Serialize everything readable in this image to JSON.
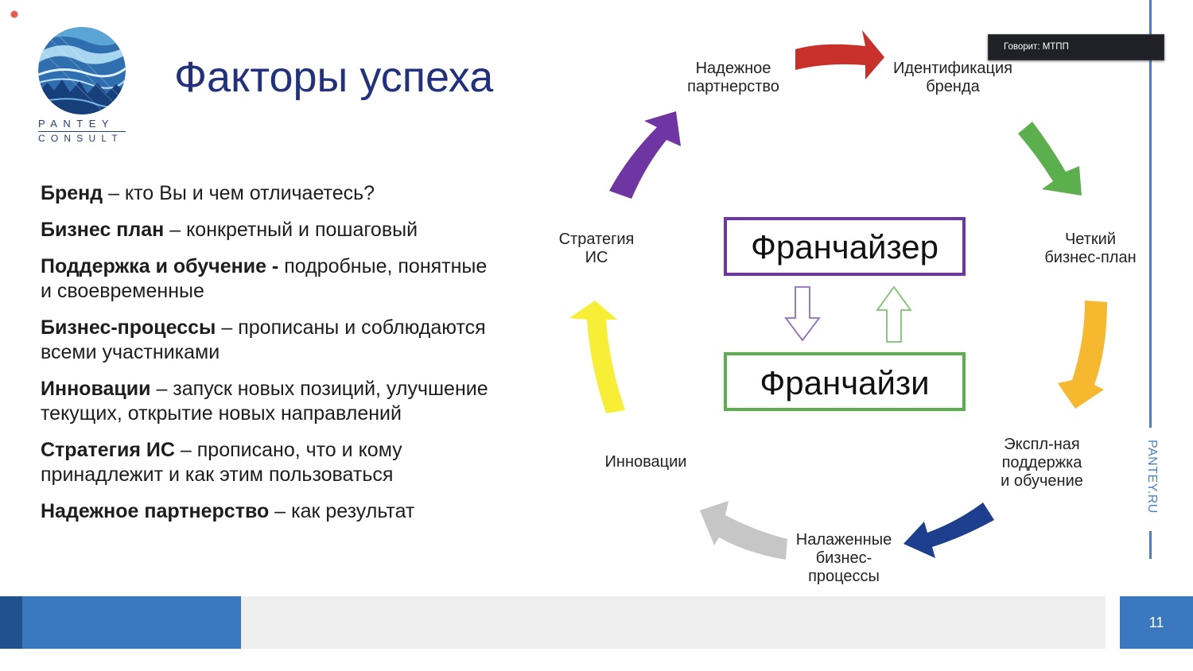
{
  "logo": {
    "line1": "PANTEY",
    "line2": "CONSULT"
  },
  "title": "Факторы успеха",
  "bullets": [
    {
      "bold": "Бренд",
      "text": " – кто Вы и чем отличаетесь?"
    },
    {
      "bold": "Бизнес план",
      "text": " – конкретный и пошаговый"
    },
    {
      "bold": "Поддержка и обучение -",
      "text": " подробные, понятные и своевременные"
    },
    {
      "bold": "Бизнес-процессы",
      "text": " – прописаны и соблюдаются всеми участниками"
    },
    {
      "bold": "Инновации",
      "text": " – запуск новых позиций, улучшение текущих, открытие новых направлений"
    },
    {
      "bold": "Стратегия ИС",
      "text": " – прописано, что и кому принадлежит и как этим пользоваться"
    },
    {
      "bold": "Надежное партнерство",
      "text": " – как результат"
    }
  ],
  "cycle": {
    "partnership": [
      "Надежное",
      "партнерство"
    ],
    "brand": [
      "Идентификация",
      "бренда"
    ],
    "plan": [
      "Четкий",
      "бизнес-план"
    ],
    "support": [
      "Экспл-ная",
      "поддержка",
      "и обучение"
    ],
    "processes": [
      "Налаженные",
      "бизнес-",
      "процессы"
    ],
    "innovations": [
      "Инновации"
    ],
    "strategy": [
      "Стратегия",
      "ИС"
    ]
  },
  "franchisor": "Франчайзер",
  "franchisee": "Франчайзи",
  "arrow_colors": {
    "red": "#c8302c",
    "green": "#5bb04d",
    "orange": "#f5b82e",
    "navy": "#1d3f8e",
    "gray": "#c6c6c6",
    "yellow": "#f7ef36",
    "purple": "#6f35a3"
  },
  "side_url": "PANTEY.RU",
  "page_number": "11",
  "speaker": "Говорит: МТПП"
}
